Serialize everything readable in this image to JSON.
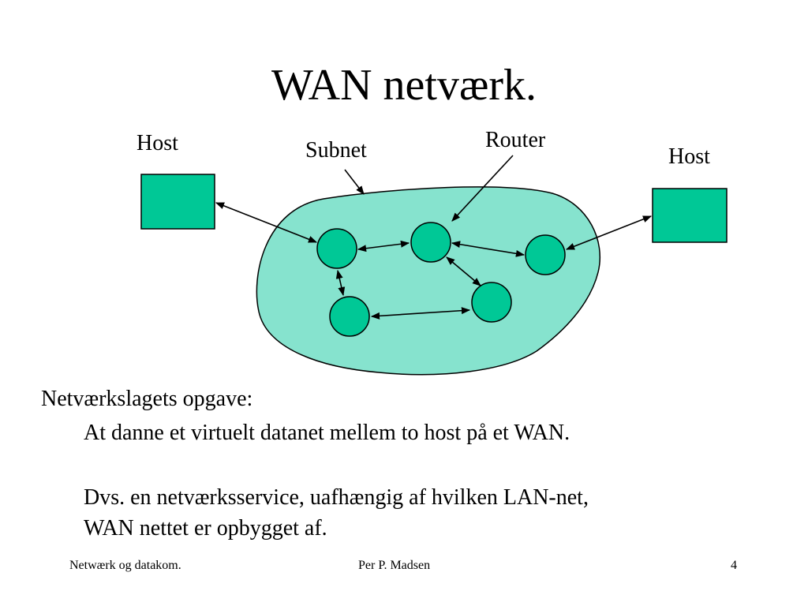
{
  "slide": {
    "title": "WAN netværk."
  },
  "diagram": {
    "labels": {
      "host_left": "Host",
      "subnet": "Subnet",
      "router": "Router",
      "host_right": "Host"
    },
    "colors": {
      "subnet_fill": "#86E3CE",
      "node_fill": "#00C896",
      "host_fill": "#00C896",
      "stroke": "#000000"
    }
  },
  "text": {
    "heading": "Netværkslagets opgave:",
    "line1": "At danne et virtuelt datanet mellem to host på et WAN.",
    "line2": "Dvs. en netværksservice, uafhængig af hvilken LAN-net,",
    "line3": "WAN nettet er opbygget af."
  },
  "footer": {
    "left": "Netwærk og datakom.",
    "center": "Per P. Madsen",
    "page": "4"
  }
}
